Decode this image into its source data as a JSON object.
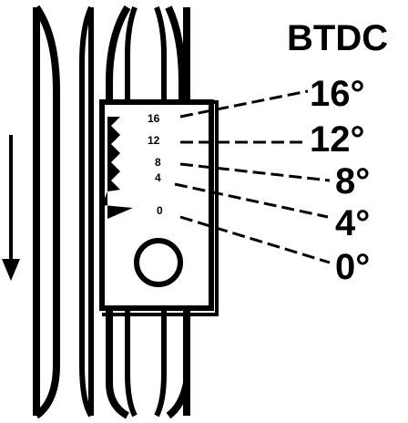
{
  "heading": "BTDC",
  "plate_marks": [
    "16",
    "12",
    "8",
    "4",
    "0"
  ],
  "degree_labels": [
    "16°",
    "12°",
    "8°",
    "4°",
    "0°"
  ],
  "colors": {
    "ink": "#000000",
    "paper": "#ffffff"
  },
  "icons": {
    "rotation": "arrow-down-icon",
    "notch": "timing-notch-icon"
  }
}
